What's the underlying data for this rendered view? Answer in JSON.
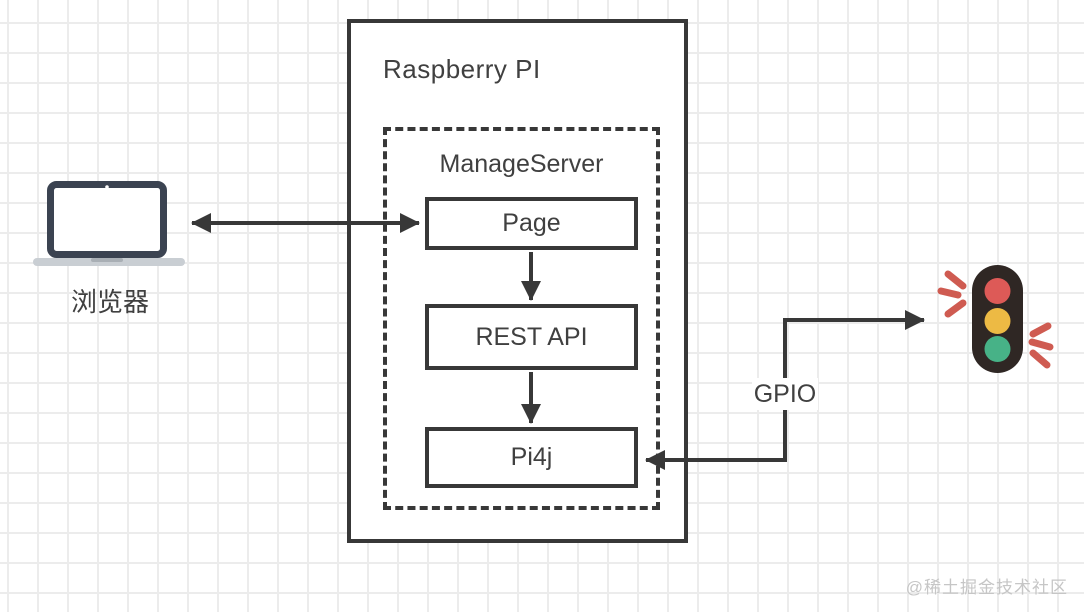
{
  "diagram": {
    "title": "Raspberry PI",
    "subsystem": "ManageServer",
    "nodes": {
      "page": "Page",
      "rest": "REST API",
      "pi4j": "Pi4j"
    },
    "browser": {
      "label": "浏览器"
    },
    "gpio": {
      "label": "GPIO"
    },
    "watermark": "@稀土掘金技术社区",
    "icons": [
      "laptop-icon",
      "traffic-light-icon"
    ],
    "colors": {
      "line": "#383838",
      "text": "#404040",
      "grid": "#ececec",
      "watermark": "#c6c6c6",
      "body": "#2f2724",
      "red": "#dd5a57",
      "yellow": "#edba44",
      "green": "#47b287",
      "spark": "#cf5b51",
      "frame": "#3b4351",
      "base": "#c9ced3",
      "notch": "#a9afb5"
    }
  }
}
